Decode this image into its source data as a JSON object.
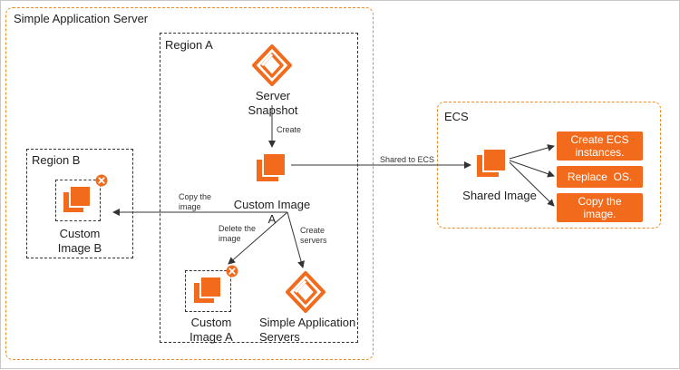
{
  "frames": {
    "simple_app_server": "Simple Application Server",
    "region_a": "Region A",
    "region_b": "Region B",
    "ecs": "ECS"
  },
  "nodes": {
    "server_snapshot": "Server Snapshot",
    "custom_image_a": "Custom Image A",
    "custom_image_b": [
      "Custom",
      "Image B"
    ],
    "custom_image_a_deleted": [
      "Custom",
      "Image A"
    ],
    "simple_app_servers": [
      "Simple Application",
      "Servers"
    ],
    "shared_image": "Shared Image"
  },
  "edges": {
    "create": "Create",
    "shared_to_ecs": "Shared to ECS",
    "copy_image": [
      "Copy the",
      "image"
    ],
    "delete_image": [
      "Delete the",
      "image"
    ],
    "create_servers": [
      "Create",
      "servers"
    ]
  },
  "actions": {
    "create_ecs": [
      "Create ECS",
      "instances."
    ],
    "replace_os": "Replace  OS.",
    "copy_image": [
      "Copy the",
      "image."
    ]
  },
  "colors": {
    "accent": "#f26b1d",
    "frame_orange": "#f08a24",
    "delete_badge": "#f26b1d"
  },
  "icons": {
    "snapshot": "snapshot-icon",
    "image": "image-stack-icon",
    "server": "application-server-icon",
    "delete": "delete-badge-icon"
  }
}
